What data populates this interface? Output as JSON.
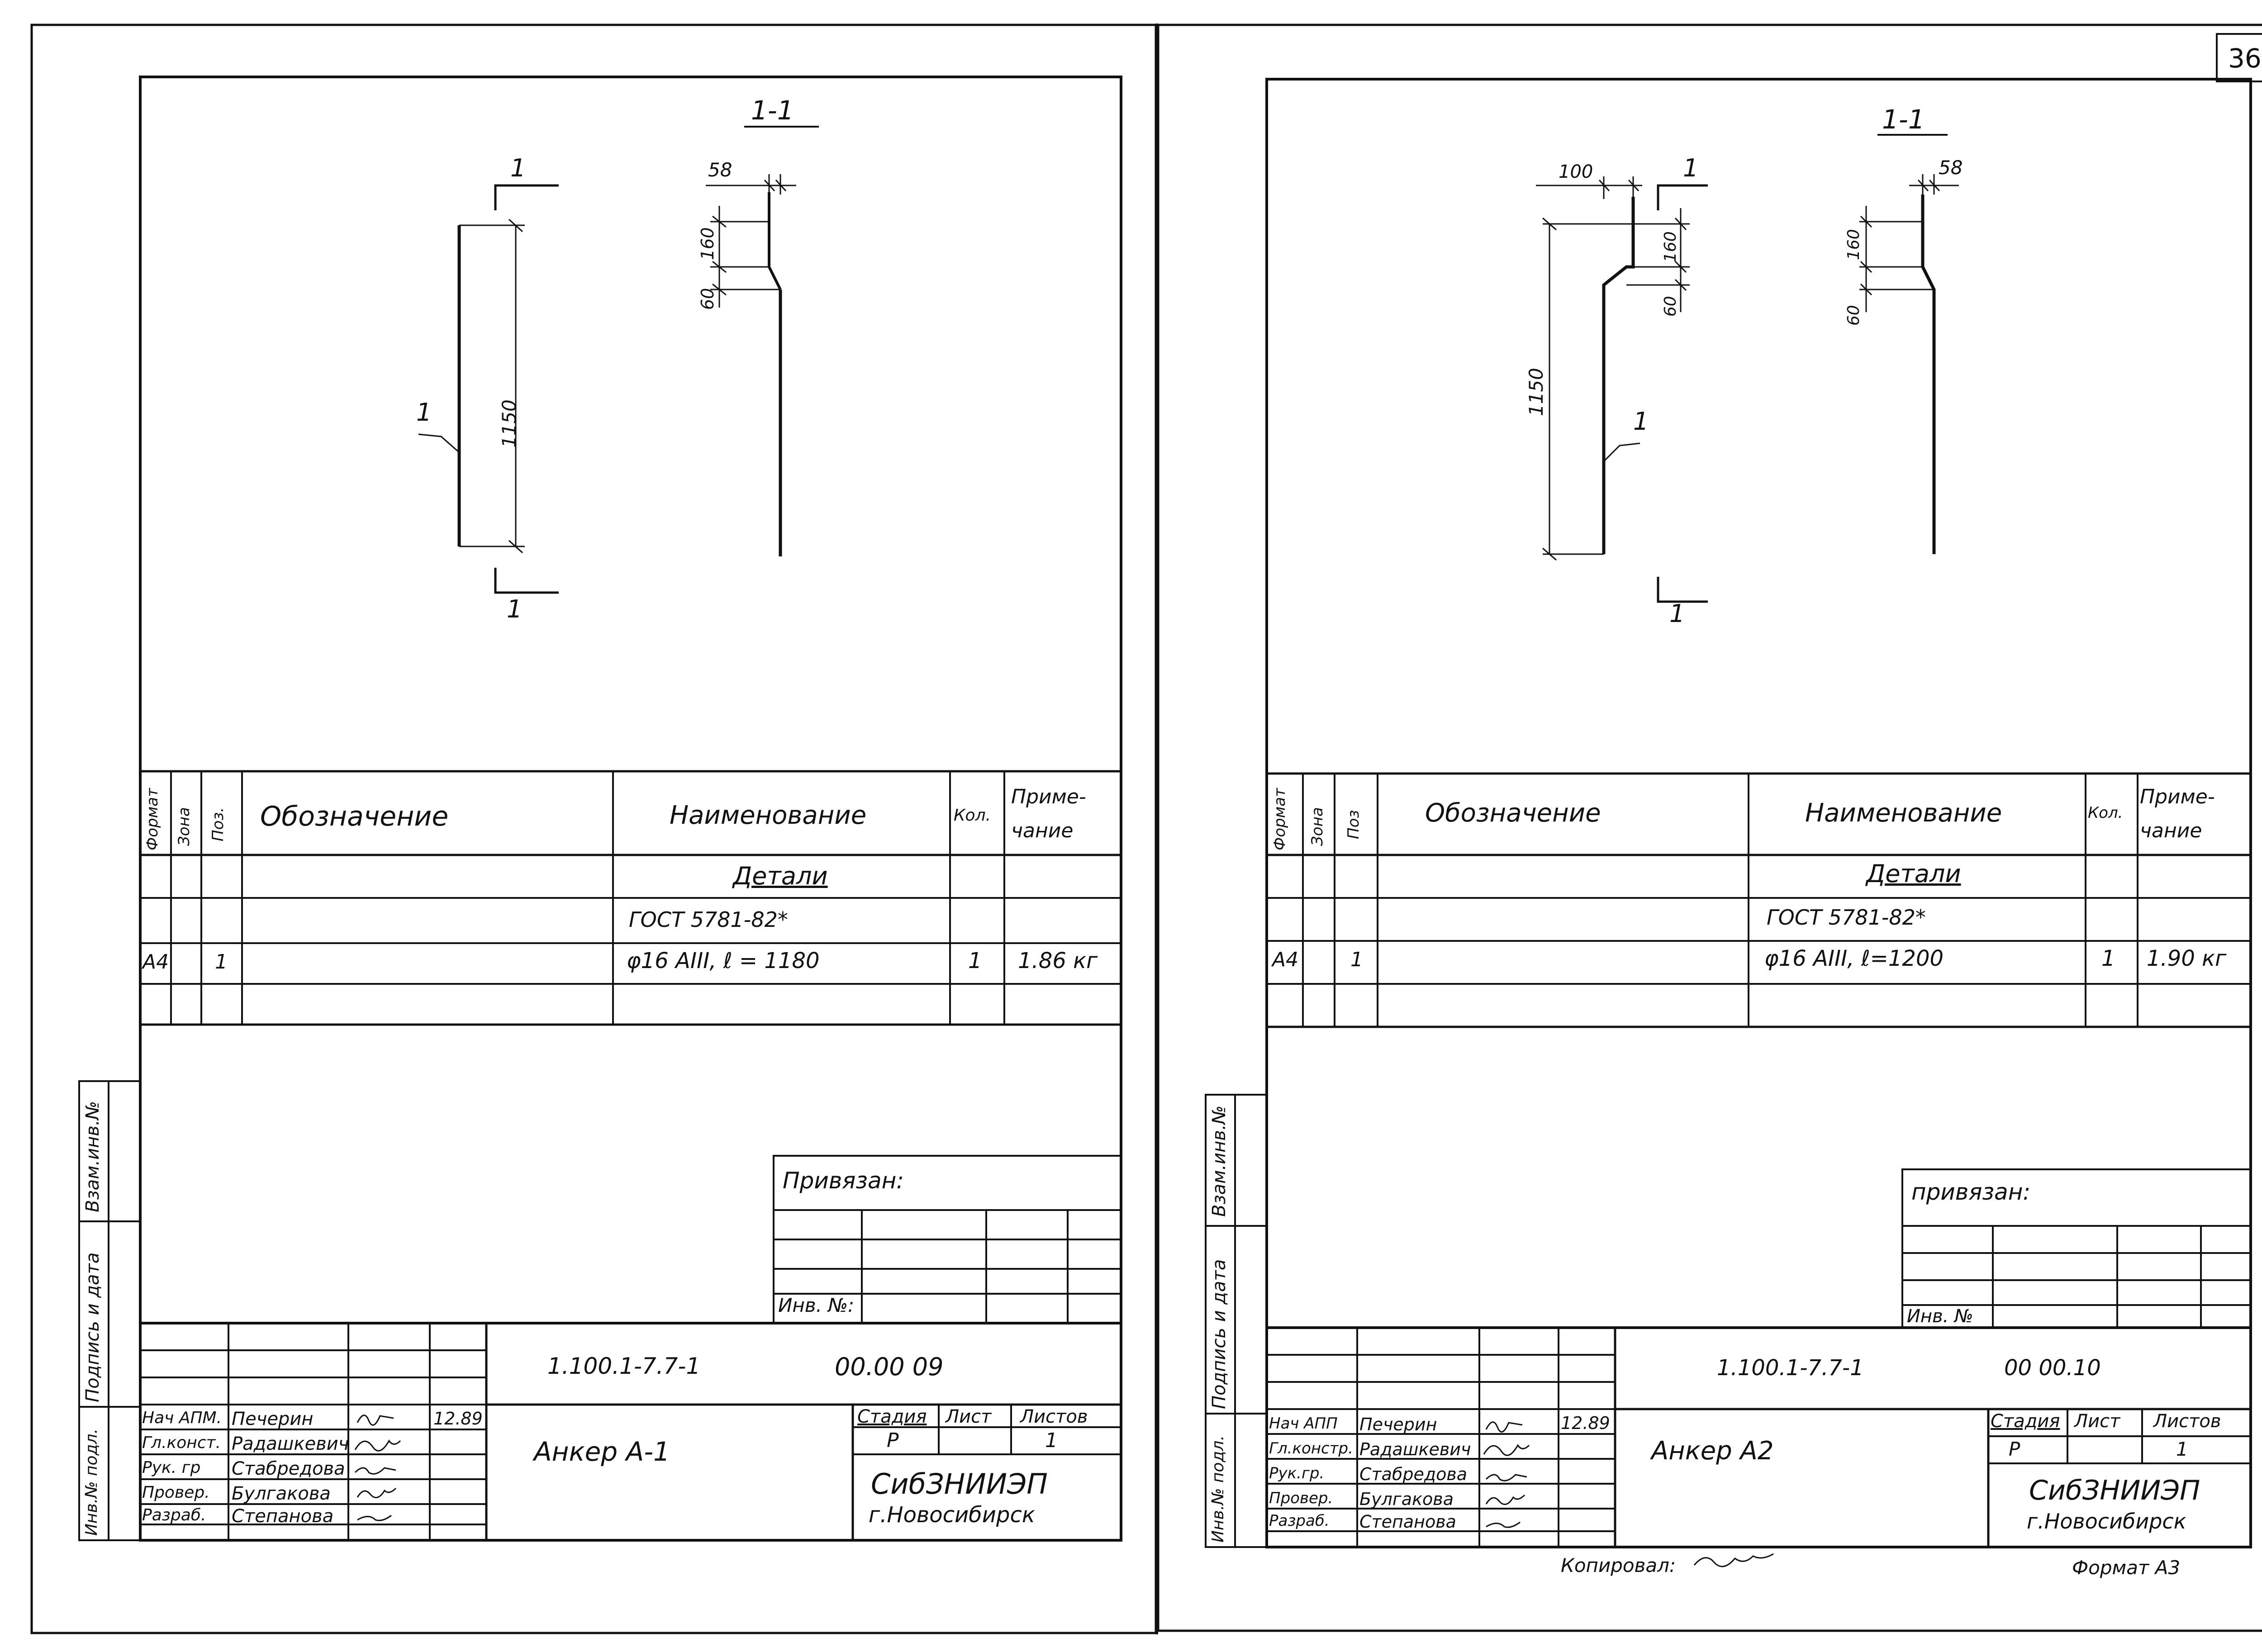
{
  "page_number": "36",
  "left_sheet": {
    "section_label": "1-1",
    "dim_58": "58",
    "dim_160": "160",
    "dim_60": "60",
    "dim_1150": "1150",
    "cut_mark": "1",
    "pos_label": "1",
    "spec_headers": {
      "format": "Формат",
      "zone": "Зона",
      "pos": "Поз.",
      "designation": "Обозначение",
      "name": "Наименование",
      "qty": "Кол.",
      "note_line1": "Приме-",
      "note_line2": "чание"
    },
    "spec_rows": [
      {
        "format": "",
        "pos": "",
        "name": "Детали",
        "qty": "",
        "note": ""
      },
      {
        "format": "",
        "pos": "",
        "name": "ГОСТ  5781-82*",
        "qty": "",
        "note": ""
      },
      {
        "format": "А4",
        "pos": "1",
        "name": "φ16 АIII,  ℓ = 1180",
        "qty": "1",
        "note": "1.86 кг"
      }
    ],
    "side_stamps": {
      "vzam": "Взам.инв.№",
      "podpis": "Подпись и дата",
      "inv": "Инв.№ подл."
    },
    "privyazan": "Привязан:",
    "inv_no": "Инв. №:",
    "doc_code": "1.100.1-7.7-1",
    "doc_number": "00.00 09",
    "title": "Анкер А-1",
    "stage_label": "Стадия",
    "sheet_label": "Лист",
    "sheets_label": "Листов",
    "stage": "Р",
    "sheets": "1",
    "org": "СибЗНИИЭП",
    "city": "г.Новосибирск",
    "date": "12.89",
    "staff": [
      {
        "role": "Нач АПМ.",
        "name": "Печерин"
      },
      {
        "role": "Гл.конст.",
        "name": "Радашкевич"
      },
      {
        "role": "Рук. гр",
        "name": "Стабредова"
      },
      {
        "role": "Провер.",
        "name": "Булгакова"
      },
      {
        "role": "Разраб.",
        "name": "Степанова"
      }
    ]
  },
  "right_sheet": {
    "section_label": "1-1",
    "dim_100": "100",
    "dim_58": "58",
    "dim_160": "160",
    "dim_60": "60",
    "dim_1150": "1150",
    "cut_mark": "1",
    "pos_label": "1",
    "spec_headers": {
      "format": "Формат",
      "zone": "Зона",
      "pos": "Поз",
      "designation": "Обозначение",
      "name": "Наименование",
      "qty": "Кол.",
      "note_line1": "Приме-",
      "note_line2": "чание"
    },
    "spec_rows": [
      {
        "format": "",
        "pos": "",
        "name": "Детали",
        "qty": "",
        "note": ""
      },
      {
        "format": "",
        "pos": "",
        "name": "ГОСТ 5781-82*",
        "qty": "",
        "note": ""
      },
      {
        "format": "А4",
        "pos": "1",
        "name": "φ16 АIII,  ℓ=1200",
        "qty": "1",
        "note": "1.90 кг"
      }
    ],
    "side_stamps": {
      "vzam": "Взам.инв.№",
      "podpis": "Подпись и дата",
      "inv": "Инв.№ подл."
    },
    "privyazan": "привязан:",
    "inv_no": "Инв. №",
    "doc_code": "1.100.1-7.7-1",
    "doc_number": "00 00.10",
    "title": "Анкер А2",
    "stage_label": "Стадия",
    "sheet_label": "Лист",
    "sheets_label": "Листов",
    "stage": "Р",
    "sheets": "1",
    "org": "СибЗНИИЭП",
    "city": "г.Новосибирск",
    "date": "12.89",
    "staff": [
      {
        "role": "Нач АПП",
        "name": "Печерин"
      },
      {
        "role": "Гл.констр.",
        "name": "Радашкевич"
      },
      {
        "role": "Рук.гр.",
        "name": "Стабредова"
      },
      {
        "role": "Провер.",
        "name": "Булгакова"
      },
      {
        "role": "Разраб.",
        "name": "Степанова"
      }
    ],
    "copied_label": "Копировал:",
    "format_label": "Формат А3"
  }
}
